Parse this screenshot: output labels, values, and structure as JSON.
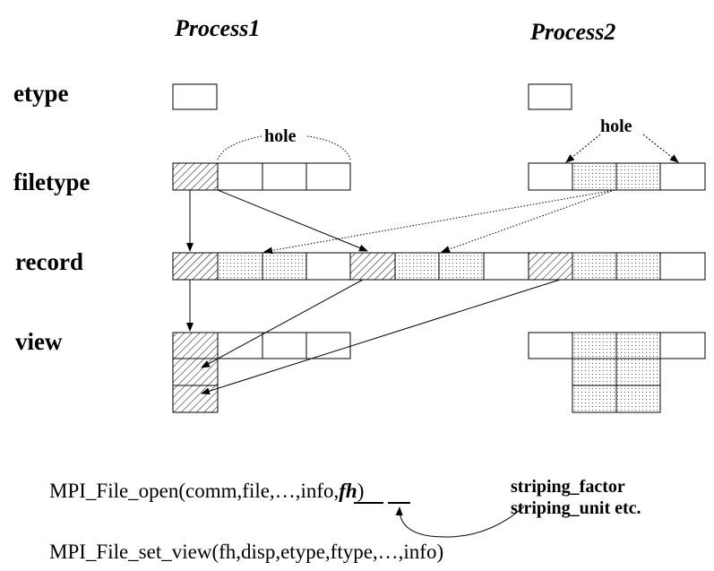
{
  "titles": {
    "process1": "Process1",
    "process2": "Process2"
  },
  "row_labels": {
    "etype": "etype",
    "filetype": "filetype",
    "record": "record",
    "view": "view"
  },
  "annotations": {
    "hole_p1": "hole",
    "hole_p2": "hole"
  },
  "code": {
    "open_prefix": "MPI_File_open(comm,file,",
    "open_dots": "…,",
    "open_in": "in",
    "open_rest": "fo,",
    "open_fh": "fh",
    "open_close": ")",
    "set_view": "MPI_File_set_view(fh,disp,etype,ftype,…,info)"
  },
  "hints": {
    "line1": "striping_factor",
    "line2": "striping_unit etc."
  },
  "cell_types": {
    "process1": "hatched",
    "process2": "dotted",
    "hole": "empty"
  },
  "colors": {
    "stroke": "#000000",
    "background": "#ffffff"
  }
}
